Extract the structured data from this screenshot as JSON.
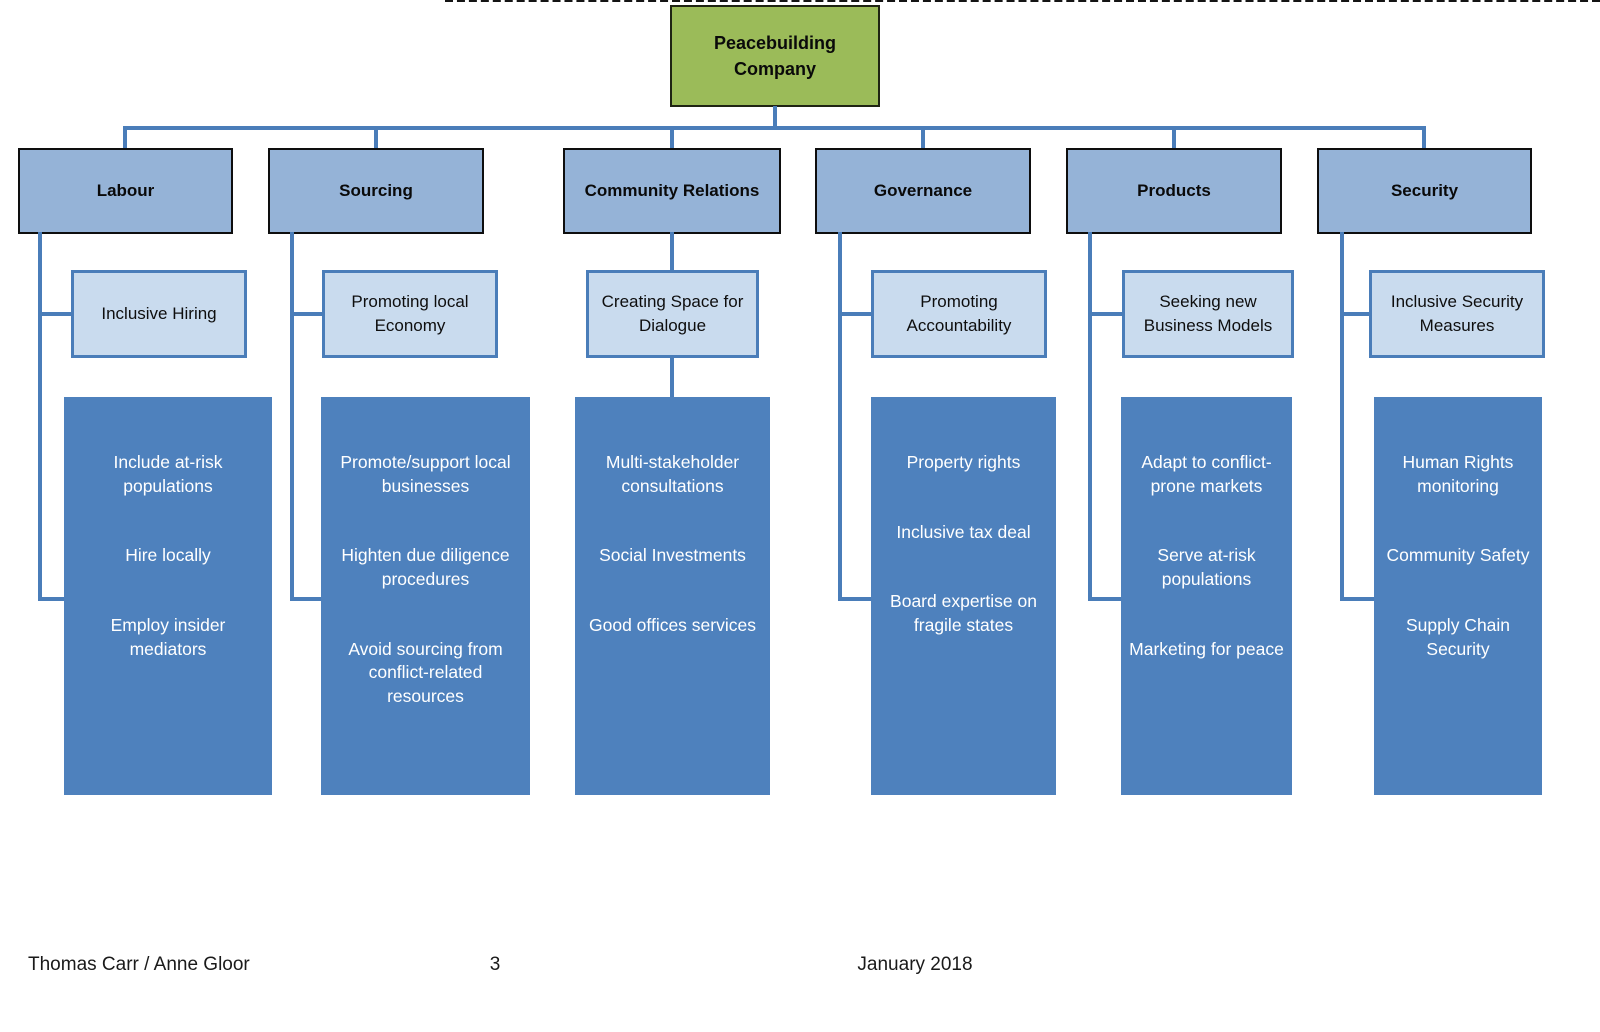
{
  "root": {
    "label": "Peacebuilding Company"
  },
  "columns": [
    {
      "header": "Labour",
      "sub": "Inclusive Hiring",
      "items": [
        "Include at-risk populations",
        "Hire locally",
        "Employ insider mediators"
      ]
    },
    {
      "header": "Sourcing",
      "sub": "Promoting local Economy",
      "items": [
        "Promote/support local businesses",
        "Highten due diligence procedures",
        "Avoid sourcing from conflict-related resources"
      ]
    },
    {
      "header": "Community Relations",
      "sub": "Creating Space for Dialogue",
      "items": [
        "Multi-stakeholder consultations",
        "Social Investments",
        "Good offices services"
      ]
    },
    {
      "header": "Governance",
      "sub": "Promoting Accountability",
      "items": [
        "Property rights",
        "Inclusive tax deal",
        "Board expertise on fragile states"
      ]
    },
    {
      "header": "Products",
      "sub": "Seeking new Business Models",
      "items": [
        "Adapt to conflict-prone markets",
        "Serve at-risk populations",
        "Marketing for peace"
      ]
    },
    {
      "header": "Security",
      "sub": "Inclusive Security Measures",
      "items": [
        "Human Rights monitoring",
        "Community Safety",
        "Supply Chain Security"
      ]
    }
  ],
  "footer": {
    "authors": "Thomas Carr / Anne Gloor",
    "page_number": "3",
    "date": "January 2018"
  },
  "colors": {
    "root_fill": "#9BBB59",
    "header_fill": "#95B3D7",
    "sub_fill": "#C9DBEE",
    "detail_fill": "#4E81BD",
    "connector": "#4A7DB9"
  }
}
